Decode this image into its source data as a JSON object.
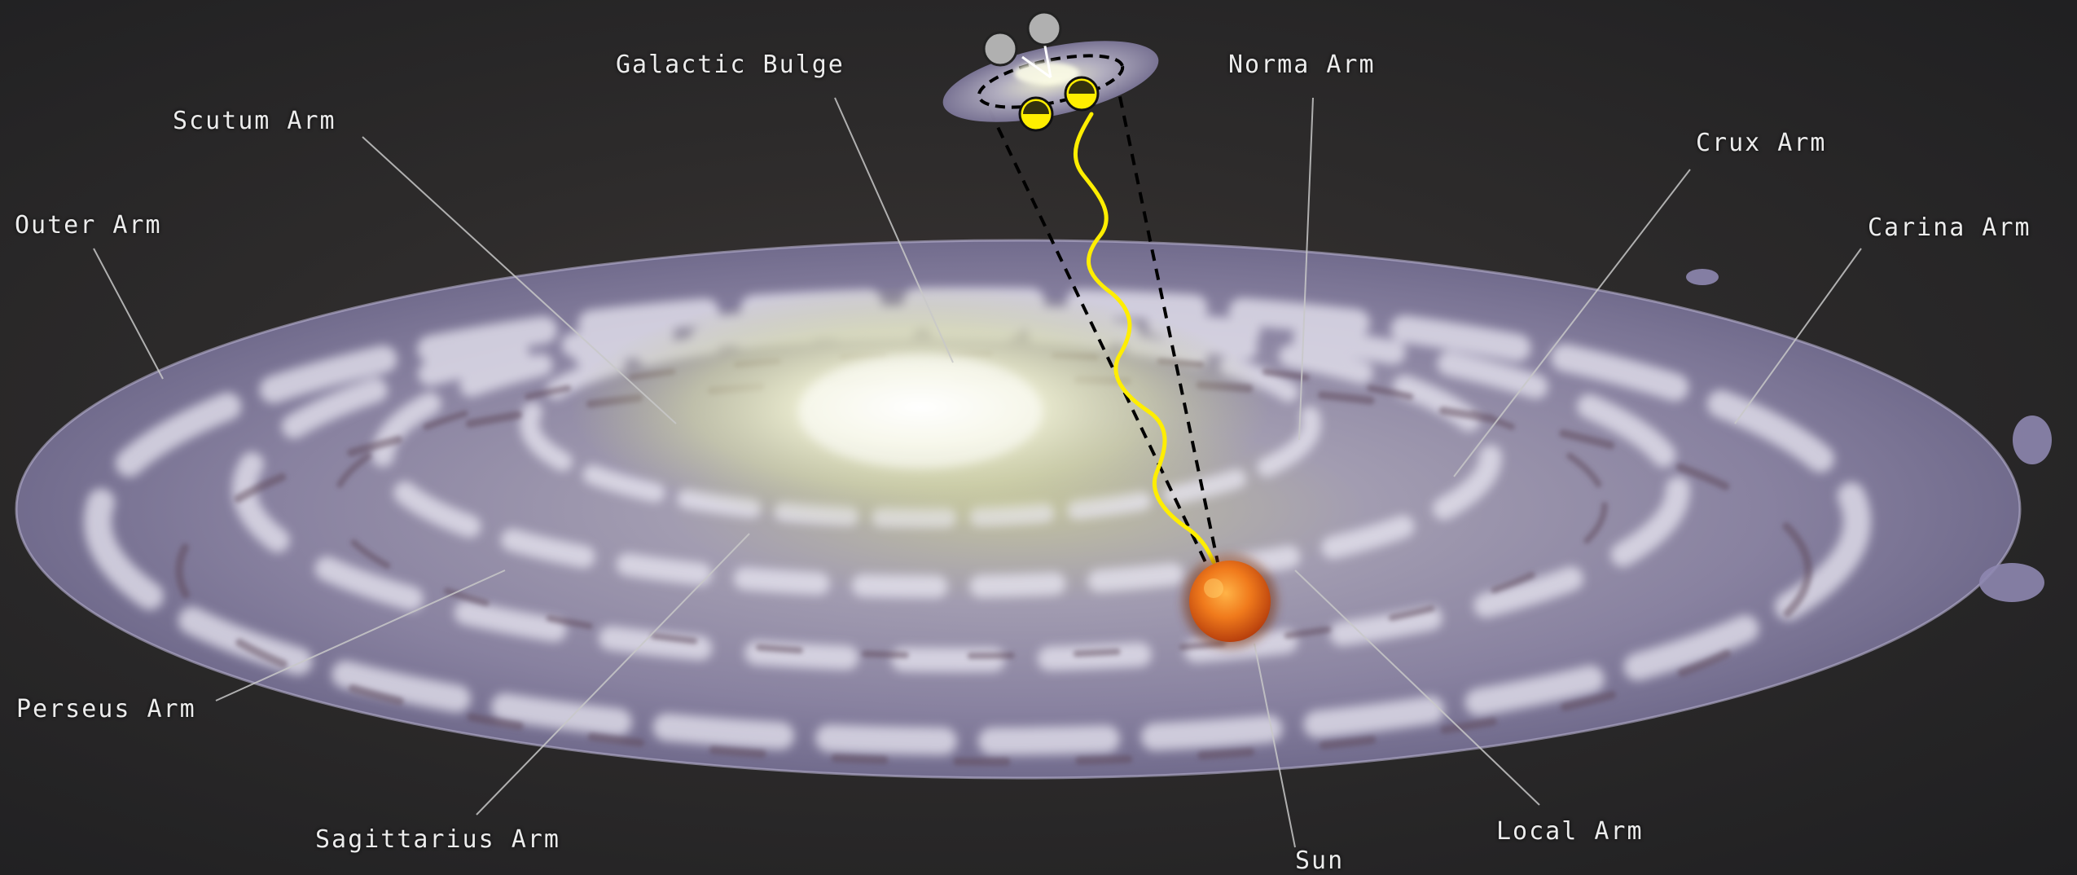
{
  "labels": {
    "galactic_bulge": "Galactic Bulge",
    "norma_arm": "Norma Arm",
    "scutum_arm": "Scutum Arm",
    "crux_arm": "Crux Arm",
    "outer_arm": "Outer Arm",
    "carina_arm": "Carina Arm",
    "perseus_arm": "Perseus Arm",
    "sagittarius_arm": "Sagittarius Arm",
    "local_arm": "Local Arm",
    "sun": "Sun"
  },
  "colors": {
    "background": "#2b2b2b",
    "disk": "#8e87a8",
    "bulge": "#f4f4d8",
    "signal": "#ffee00",
    "sun": "#e8641a",
    "leader_line": "#c8c8c8"
  }
}
